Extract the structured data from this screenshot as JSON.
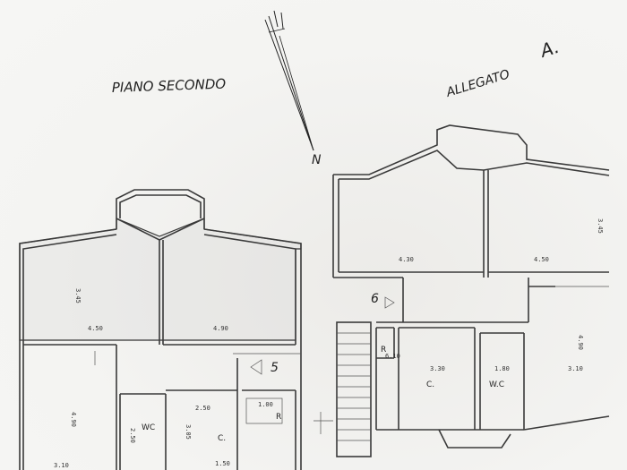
{
  "labels": {
    "floor_title": "PIANO SECONDO",
    "attachment": "ALLEGATO",
    "attachment_letter": "A.",
    "north": "N",
    "marker_5": "5",
    "marker_6": "6"
  },
  "rooms": {
    "wc_left": "WC",
    "c_left": "C.",
    "c_right": "C.",
    "wc_right": "W.C",
    "r_right": "R",
    "r_left": "R"
  },
  "dimensions": {
    "d_345_left": "3.45",
    "d_450_left": "4.50",
    "d_490_left": "4.90",
    "d_490_left_v": "4.90",
    "d_310_left": "3.10",
    "d_250_wc": "2.50",
    "d_250_c": "2.50",
    "d_305": "3.05",
    "d_150": "1.50",
    "d_100": "1.00",
    "d_430": "4.30",
    "d_450_right": "4.50",
    "d_345_right": "3.45",
    "d_610": "6.10",
    "d_330": "3.30",
    "d_180": "1.80",
    "d_490_right": "4.90",
    "d_310_right": "3.10"
  }
}
